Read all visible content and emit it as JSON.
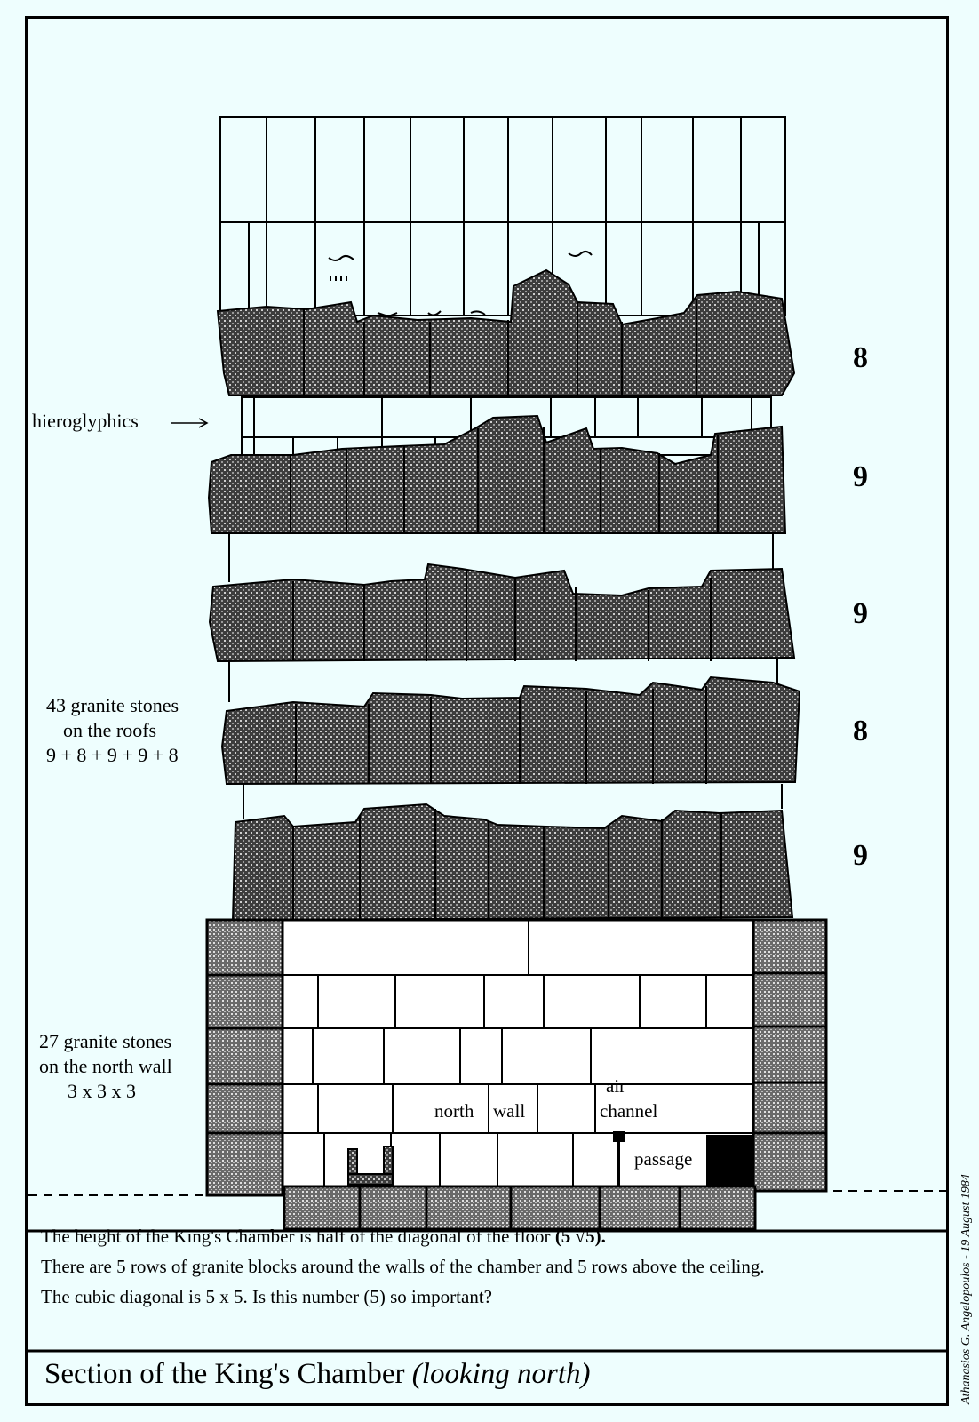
{
  "labels": {
    "hieroglyphics": "hieroglyphics",
    "roof_stones": [
      "43 granite stones",
      "on the roofs",
      "9 + 8 + 9 + 9 + 8"
    ],
    "wall_stones": [
      "27 granite stones",
      "on the north wall",
      "3 x 3 x 3"
    ],
    "north": "north",
    "wall": "wall",
    "air_channel": [
      "air",
      "channel"
    ],
    "passage": "passage"
  },
  "roof_counts": [
    "8",
    "9",
    "9",
    "8",
    "9"
  ],
  "notes": [
    "The height of the King's Chamber is half of the diagonal of the floor",
    "(5 √5).",
    "There are 5 rows of granite blocks around the walls of the chamber and 5 rows above the ceiling.",
    "The cubic diagonal is 5 x 5. Is this number (5) so important?"
  ],
  "title": {
    "main": "Section of the King's Chamber",
    "italic": "(looking north)"
  },
  "author": "Athanasios G. Angelopoulos - 19 August 1984",
  "colors": {
    "background": "#eefefe",
    "stone": "#4a4a4a",
    "ink": "#000000"
  }
}
